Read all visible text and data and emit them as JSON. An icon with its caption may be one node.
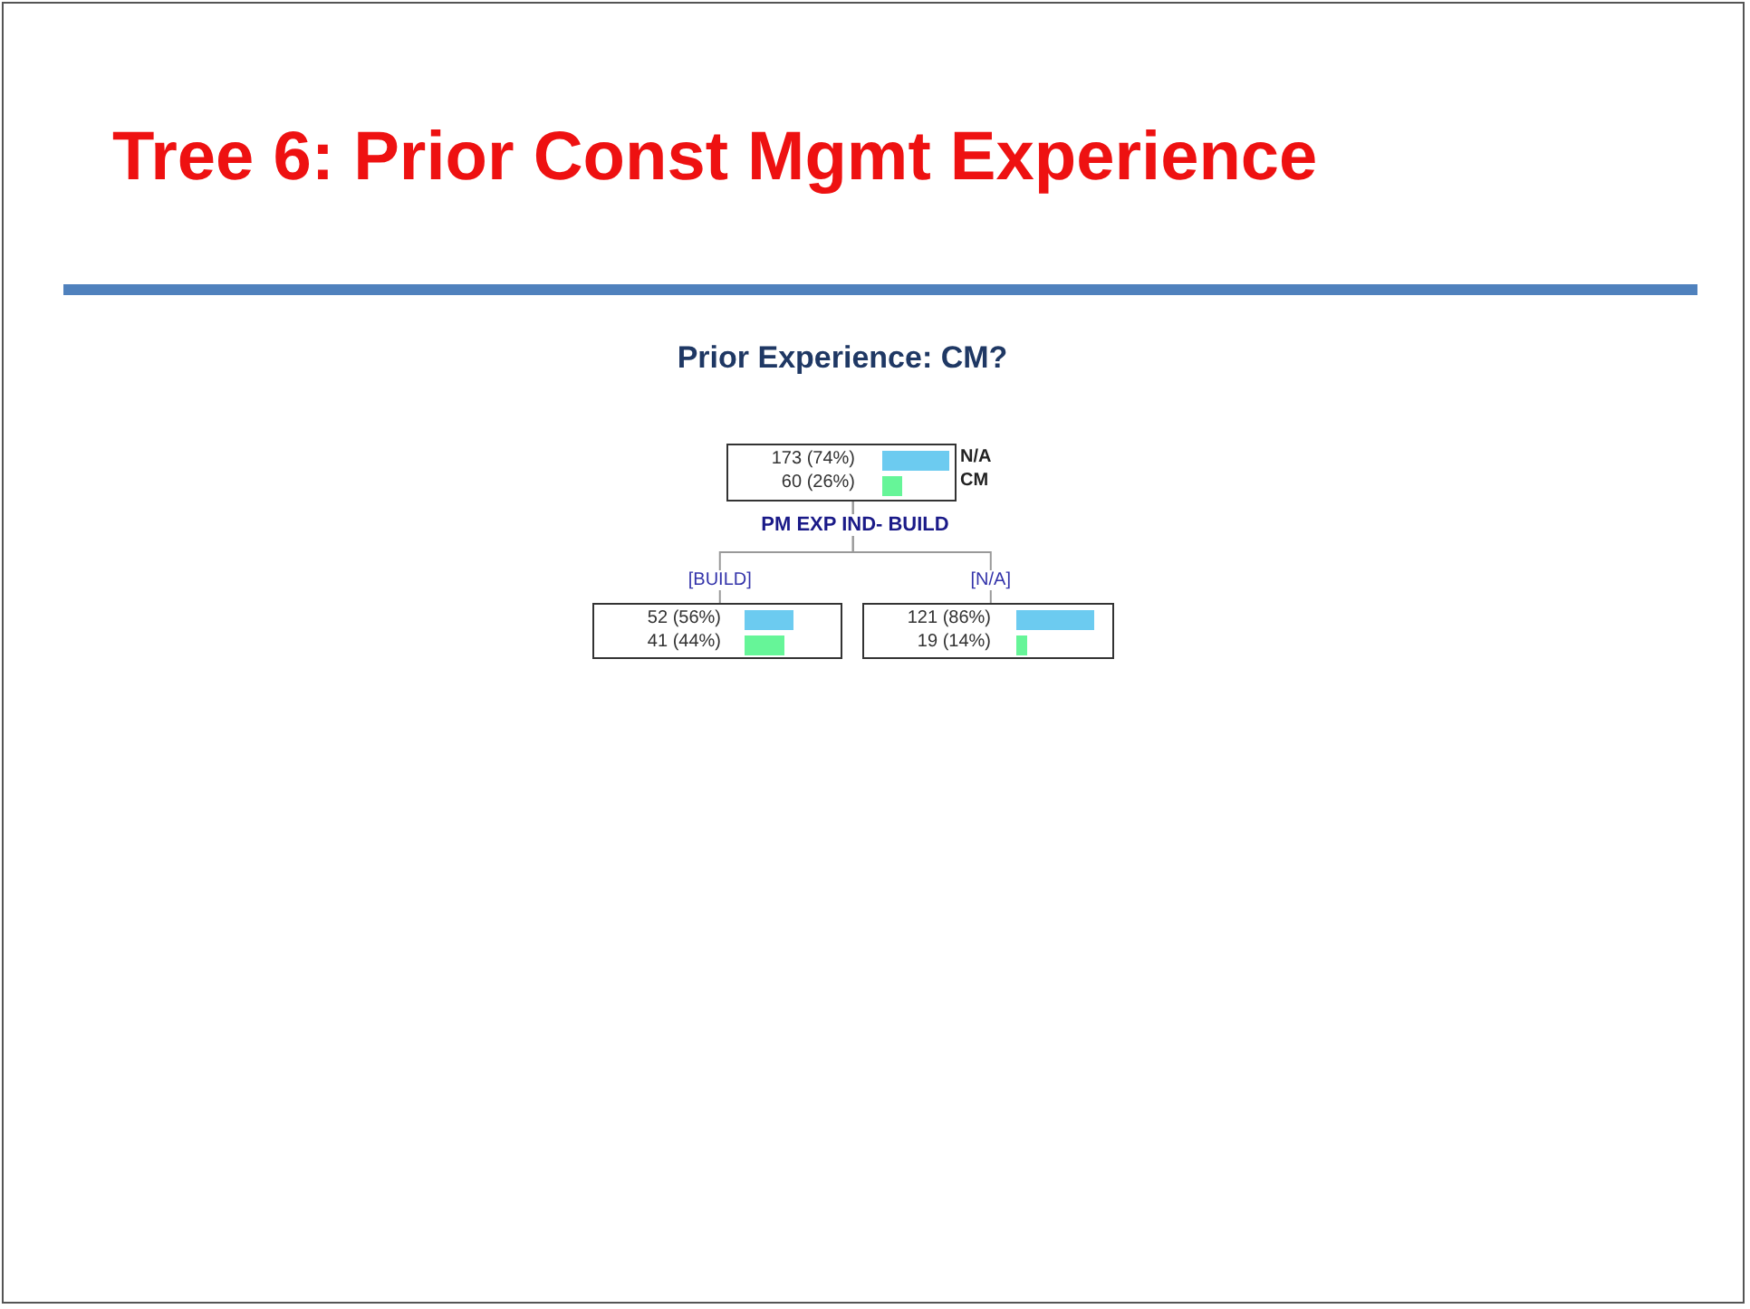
{
  "diagram": {
    "title": "Tree 6: Prior Const Mgmt Experience",
    "nodes": [
      {
        "text": [
          "173 (74%)",
          "60 (26%)"
        ],
        "beside": [
          "N/A",
          "CM"
        ]
      },
      {
        "text": [
          "52 (56%)",
          "41 (44%)"
        ]
      },
      {
        "text": [
          "121 (86%)",
          "19 (14%)"
        ]
      }
    ],
    "edges": [
      {
        "from": 0,
        "to": 1,
        "arrow": "none",
        "label": "[BUILD]"
      },
      {
        "from": 0,
        "to": 2,
        "arrow": "none",
        "label": "[N/A]"
      }
    ],
    "labels": [
      "Prior Experience: CM?",
      "PM EXP IND- BUILD"
    ]
  }
}
